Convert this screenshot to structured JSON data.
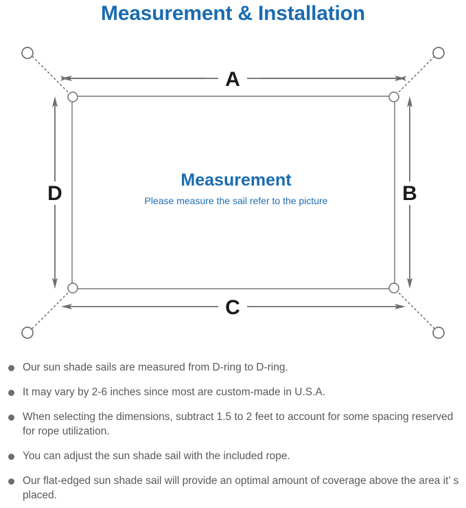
{
  "page": {
    "title": "Measurement & Installation",
    "title_color": "#1a6bb0",
    "background_color": "#ffffff"
  },
  "diagram": {
    "center": {
      "heading": "Measurement",
      "subheading": "Please measure the sail refer to the picture",
      "heading_color": "#1a6bb0",
      "subheading_color": "#1f6eb2"
    },
    "dimension_labels": {
      "top": "A",
      "right": "B",
      "bottom": "C",
      "left": "D"
    },
    "label_color": "#1a1a1a",
    "line_color": "#6e6e6e",
    "sail_edge_color": "#808080",
    "d_rings": [
      {
        "position": "top-left"
      },
      {
        "position": "top-right"
      },
      {
        "position": "bottom-right"
      },
      {
        "position": "bottom-left"
      }
    ],
    "anchor_rings": [
      {
        "position": "top-left"
      },
      {
        "position": "top-right"
      },
      {
        "position": "bottom-right"
      },
      {
        "position": "bottom-left"
      }
    ]
  },
  "notes": {
    "bullet_color": "#6e6e6e",
    "text_color": "#595959",
    "items": [
      "Our sun shade sails are measured from D-ring to D-ring.",
      "It may vary by 2-6 inches since most are custom-made in U.S.A.",
      "When selecting the dimensions, subtract 1.5 to 2 feet to account for some spacing reserved for rope utilization.",
      "You can adjust the sun shade sail with the included rope.",
      "Our flat-edged sun shade sail will provide an optimal amount of coverage above the area it’ s placed."
    ]
  }
}
